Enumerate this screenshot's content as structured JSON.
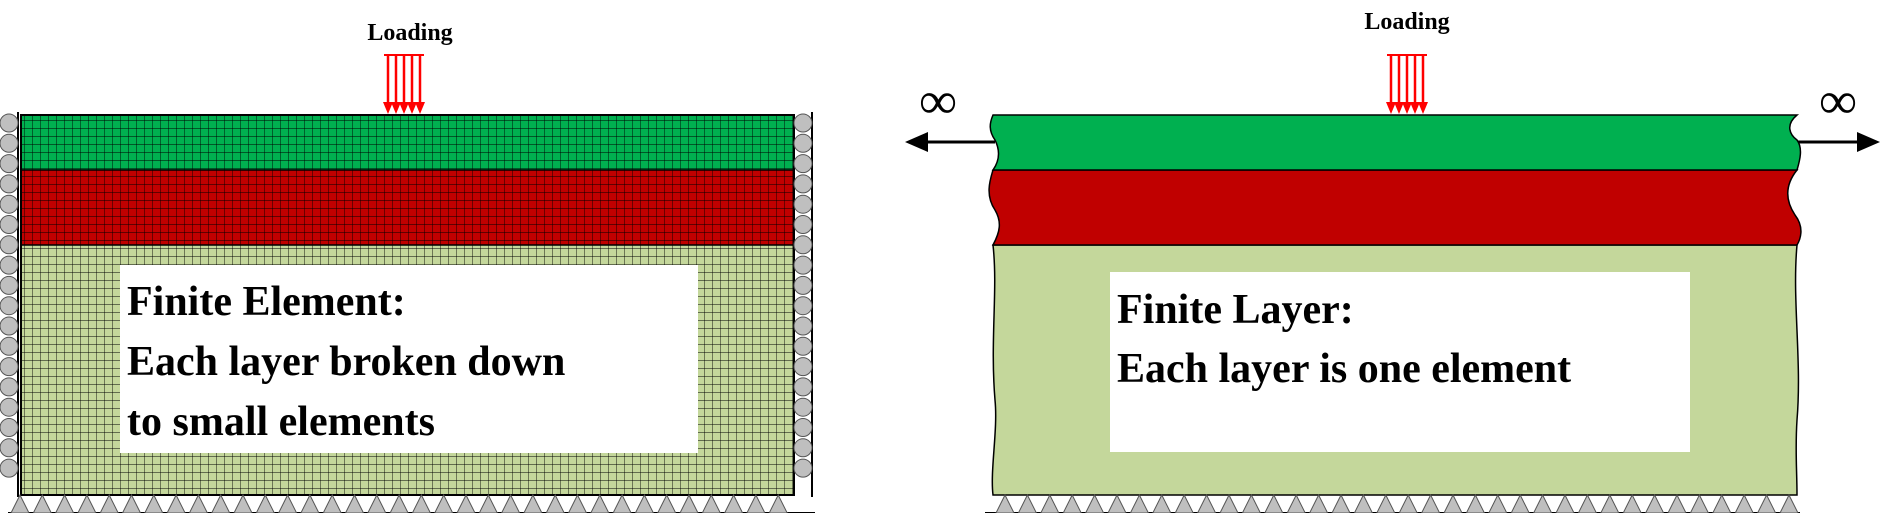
{
  "left_panel": {
    "loading_label": "Loading",
    "text_lines": [
      "Finite Element:",
      "Each layer broken down",
      "to small elements"
    ]
  },
  "right_panel": {
    "loading_label": "Loading",
    "text_lines": [
      "Finite Layer:",
      "Each layer is one element"
    ],
    "infinity_left": "∞",
    "infinity_right": "∞"
  },
  "colors": {
    "top_layer": "#00B050",
    "middle_layer": "#C00000",
    "bottom_layer": "#C4D79B",
    "load_arrow": "#FF0000",
    "support": "#BFBFBF",
    "mesh_line": "#000000"
  }
}
